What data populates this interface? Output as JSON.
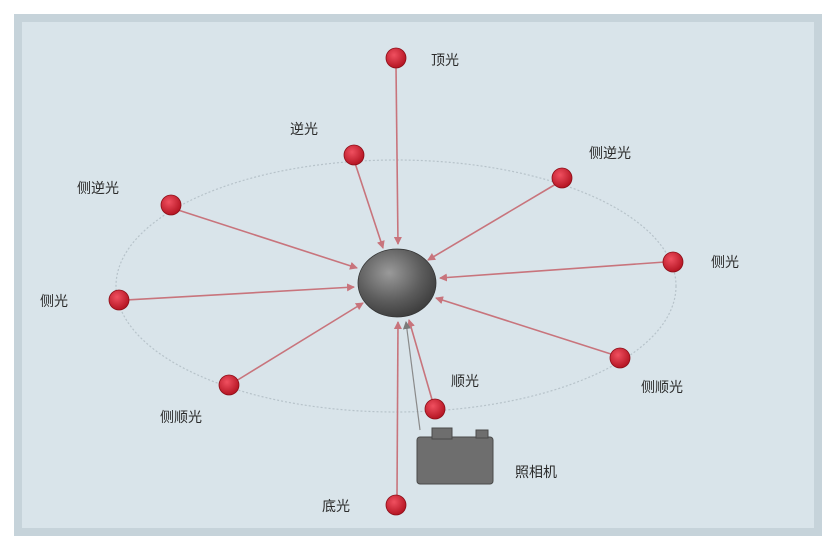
{
  "diagram": {
    "lights": [
      {
        "id": "top",
        "label": "顶光"
      },
      {
        "id": "back",
        "label": "逆光"
      },
      {
        "id": "side-back-right",
        "label": "侧逆光"
      },
      {
        "id": "side-back-left",
        "label": "侧逆光"
      },
      {
        "id": "side-right",
        "label": "侧光"
      },
      {
        "id": "side-left",
        "label": "侧光"
      },
      {
        "id": "side-front-right",
        "label": "侧顺光"
      },
      {
        "id": "side-front-left",
        "label": "侧顺光"
      },
      {
        "id": "front",
        "label": "顺光"
      },
      {
        "id": "bottom",
        "label": "底光"
      }
    ],
    "camera_label": "照相机",
    "colors": {
      "background": "#d9e4ea",
      "light_source": "#c0192a",
      "arrow": "#c8747c",
      "subject": "#5a5a5a",
      "orbit": "#b7c3ca"
    }
  }
}
